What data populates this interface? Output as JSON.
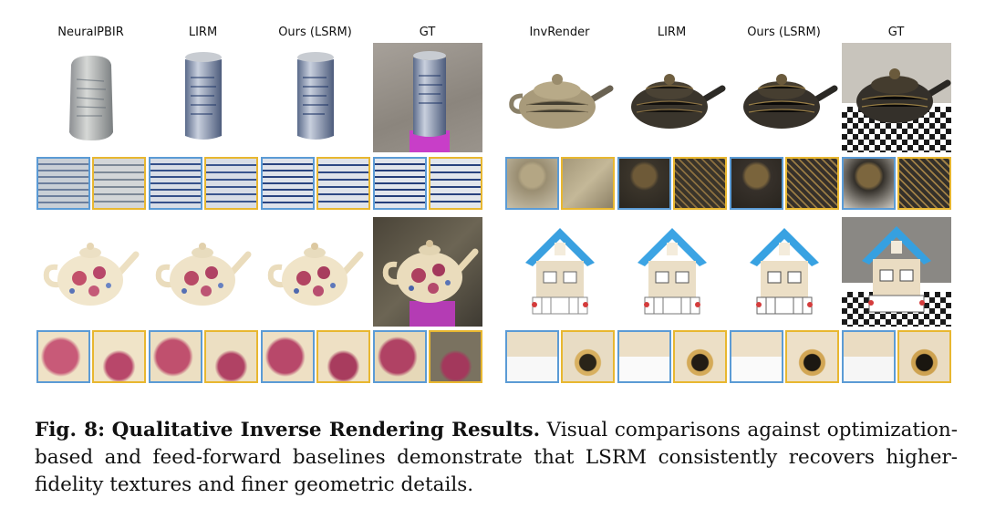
{
  "left_panel": {
    "column_headers": [
      "NeuralPBIR",
      "LIRM",
      "Ours (LSRM)",
      "GT"
    ]
  },
  "right_panel": {
    "column_headers": [
      "InvRender",
      "LIRM",
      "Ours (LSRM)",
      "GT"
    ]
  },
  "caption": {
    "label": "Fig. 8:",
    "title": "Qualitative Inverse Rendering Results.",
    "body": "Visual comparisons against optimization-based and feed-forward baselines demonstrate that LSRM consistently recovers higher-fidelity textures and finer geometric details."
  },
  "colors": {
    "crop_border_left": "#5b9bd5",
    "crop_border_right": "#e8b730"
  }
}
